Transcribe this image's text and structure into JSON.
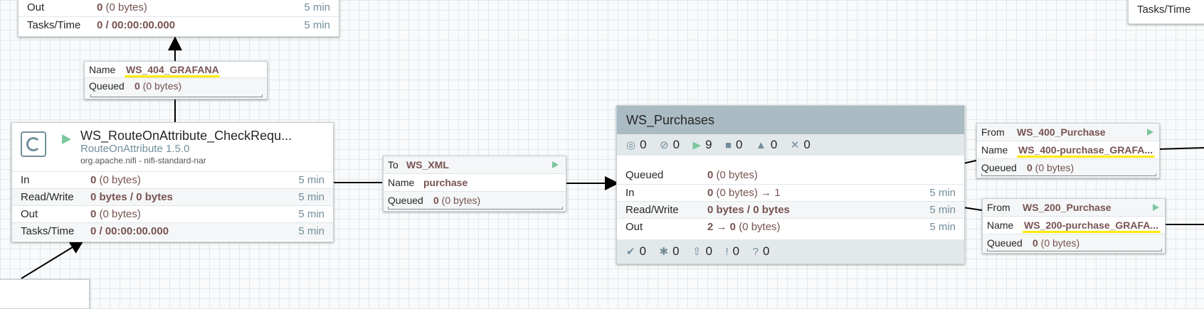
{
  "top_processor": {
    "rows": [
      {
        "label": "Out",
        "value_bold": "0",
        "value_rest": " (0 bytes)",
        "time": "5 min"
      },
      {
        "label": "Tasks/Time",
        "value_bold": "0 / 00:00:00.000",
        "value_rest": "",
        "time": "5 min"
      }
    ]
  },
  "conn_grafana404": {
    "name_label": "Name",
    "name_value": "WS_404_GRAFANA",
    "queued_label": "Queued",
    "queued_bold": "0",
    "queued_rest": " (0 bytes)"
  },
  "processor": {
    "title": "WS_RouteOnAttribute_CheckRequ...",
    "type": "RouteOnAttribute 1.5.0",
    "bundle": "org.apache.nifi - nifi-standard-nar",
    "rows": [
      {
        "label": "In",
        "value_bold": "0",
        "value_rest": " (0 bytes)",
        "time": "5 min"
      },
      {
        "label": "Read/Write",
        "value_bold": "0 bytes / 0 bytes",
        "value_rest": "",
        "time": "5 min"
      },
      {
        "label": "Out",
        "value_bold": "0",
        "value_rest": " (0 bytes)",
        "time": "5 min"
      },
      {
        "label": "Tasks/Time",
        "value_bold": "0 / 00:00:00.000",
        "value_rest": "",
        "time": "5 min"
      }
    ]
  },
  "conn_xml": {
    "to_label": "To",
    "to_value": "WS_XML",
    "name_label": "Name",
    "name_value": "purchase",
    "queued_label": "Queued",
    "queued_bold": "0",
    "queued_rest": " (0 bytes)"
  },
  "process_group": {
    "title": "WS_Purchases",
    "stats": [
      "0",
      "0",
      "9",
      "0",
      "0",
      "0"
    ],
    "rows": [
      {
        "label": "Queued",
        "value_bold": "0",
        "value_rest": " (0 bytes)",
        "time": ""
      },
      {
        "label": "In",
        "value_bold": "0",
        "value_rest": " (0 bytes) → 1",
        "time": "5 min"
      },
      {
        "label": "Read/Write",
        "value_bold": "0 bytes / 0 bytes",
        "value_rest": "",
        "time": "5 min"
      },
      {
        "label": "Out",
        "value_bold": "2 → 0",
        "value_rest": " (0 bytes)",
        "time": "5 min"
      }
    ],
    "footer": [
      "0",
      "0",
      "0",
      "0",
      "0"
    ]
  },
  "conn_400": {
    "from_label": "From",
    "from_value": "WS_400_Purchase",
    "name_label": "Name",
    "name_value": "WS_400-purchase_GRAFA...",
    "queued_label": "Queued",
    "queued_bold": "0",
    "queued_rest": " (0 bytes)"
  },
  "conn_200": {
    "from_label": "From",
    "from_value": "WS_200_Purchase",
    "name_label": "Name",
    "name_value": "WS_200-purchase_GRAFA...",
    "queued_label": "Queued",
    "queued_bold": "0",
    "queued_rest": " (0 bytes)"
  },
  "right_edge": {
    "label": "Tasks/Time"
  },
  "colors": {
    "accent_green": "#7dc7a0",
    "value_brown": "#775351",
    "header_gray": "#aabbc3",
    "highlight": "#ffea00"
  }
}
